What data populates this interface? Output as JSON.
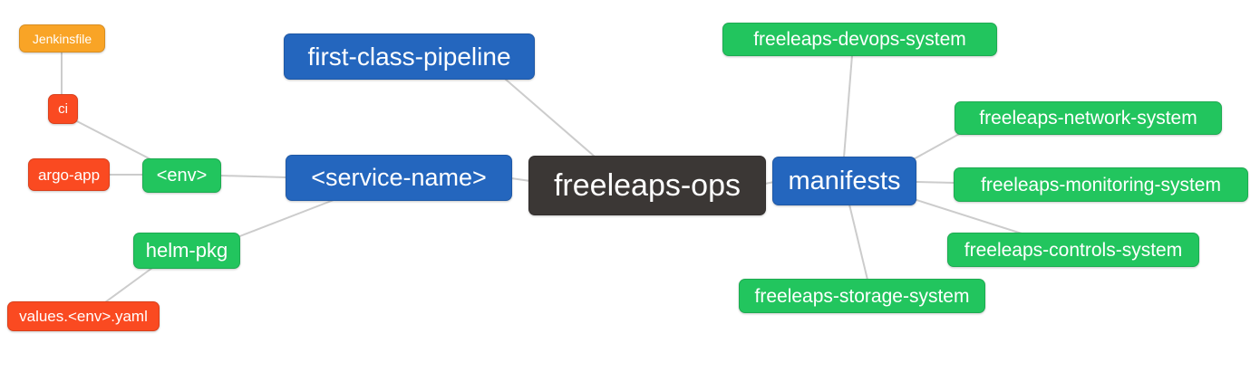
{
  "colors": {
    "background": "#ffffff",
    "root_bg": "#3b3735",
    "branch_bg": "#2466be",
    "leaf_green_bg": "#22c55e",
    "detail_red_bg": "#fa4a21",
    "file_orange_bg": "#f9a426",
    "edge": "#cccccc",
    "text": "#ffffff"
  },
  "nodes": [
    {
      "id": "freeleaps-ops",
      "label": "freeleaps-ops",
      "role": "root"
    },
    {
      "id": "first-class-pipeline",
      "label": "first-class-pipeline",
      "role": "branch"
    },
    {
      "id": "service-name",
      "label": "<service-name>",
      "role": "branch"
    },
    {
      "id": "manifests",
      "label": "manifests",
      "role": "branch"
    },
    {
      "id": "env",
      "label": "<env>",
      "role": "leaf"
    },
    {
      "id": "helm-pkg",
      "label": "helm-pkg",
      "role": "leaf"
    },
    {
      "id": "ci",
      "label": "ci",
      "role": "detail"
    },
    {
      "id": "argo-app",
      "label": "argo-app",
      "role": "detail"
    },
    {
      "id": "values-env-yaml",
      "label": "values.<env>.yaml",
      "role": "detail"
    },
    {
      "id": "jenkinsfile",
      "label": "Jenkinsfile",
      "role": "file"
    },
    {
      "id": "freeleaps-devops-system",
      "label": "freeleaps-devops-system",
      "role": "leaf"
    },
    {
      "id": "freeleaps-network-system",
      "label": "freeleaps-network-system",
      "role": "leaf"
    },
    {
      "id": "freeleaps-monitoring-system",
      "label": "freeleaps-monitoring-system",
      "role": "leaf"
    },
    {
      "id": "freeleaps-controls-system",
      "label": "freeleaps-controls-system",
      "role": "leaf"
    },
    {
      "id": "freeleaps-storage-system",
      "label": "freeleaps-storage-system",
      "role": "leaf"
    }
  ],
  "edges": [
    {
      "from": "freeleaps-ops",
      "to": "first-class-pipeline"
    },
    {
      "from": "freeleaps-ops",
      "to": "<service-name>"
    },
    {
      "from": "freeleaps-ops",
      "to": "manifests"
    },
    {
      "from": "<service-name>",
      "to": "<env>"
    },
    {
      "from": "<service-name>",
      "to": "helm-pkg"
    },
    {
      "from": "<env>",
      "to": "ci"
    },
    {
      "from": "<env>",
      "to": "argo-app"
    },
    {
      "from": "ci",
      "to": "Jenkinsfile"
    },
    {
      "from": "helm-pkg",
      "to": "values.<env>.yaml"
    },
    {
      "from": "manifests",
      "to": "freeleaps-devops-system"
    },
    {
      "from": "manifests",
      "to": "freeleaps-network-system"
    },
    {
      "from": "manifests",
      "to": "freeleaps-monitoring-system"
    },
    {
      "from": "manifests",
      "to": "freeleaps-controls-system"
    },
    {
      "from": "manifests",
      "to": "freeleaps-storage-system"
    }
  ]
}
